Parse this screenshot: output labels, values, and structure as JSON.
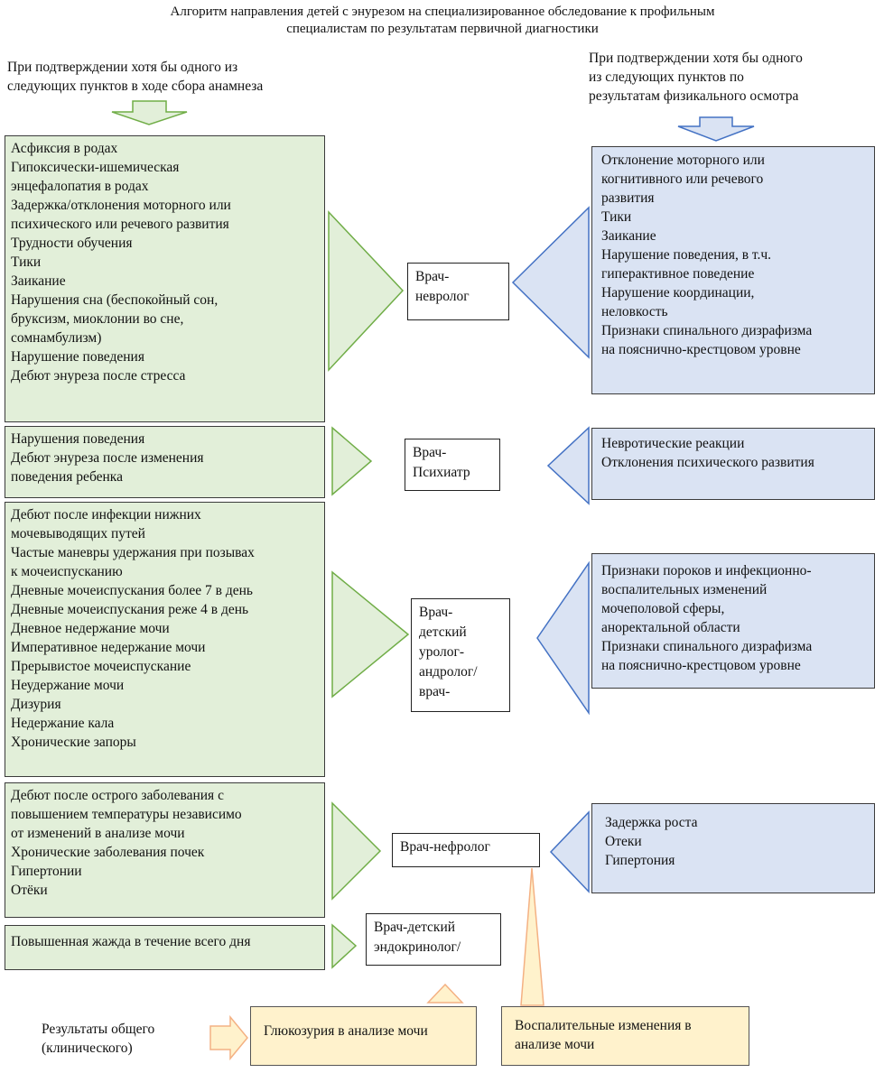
{
  "title": {
    "line1": "Алгоритм направления детей с энурезом на специализированное обследование к профильным",
    "line2": "специалистам   по результатам первичной диагностики"
  },
  "left_intro": [
    "При подтверждении хотя бы одного из",
    "следующих пунктов  в ходе сбора анамнеза"
  ],
  "right_intro": [
    "При подтверждении хотя бы одного",
    "из следующих пунктов   по",
    "результатам физикального осмотра"
  ],
  "left_boxes": [
    {
      "lines": [
        "Асфиксия в родах",
        "Гипоксически-ишемическая",
        "энцефалопатия   в родах",
        "Задержка/отклонения  моторного или",
        "психического  или речевого развития",
        "Трудности обучения",
        "Тики",
        "Заикание",
        "Нарушения сна (беспокойный сон,",
        "бруксизм, миоклонии во сне,",
        "сомнамбулизм)",
        "Нарушение поведения",
        "Дебют энуреза после стресса"
      ]
    },
    {
      "lines": [
        "Нарушения поведения",
        "Дебют энуреза после изменения",
        "поведения ребенка"
      ]
    },
    {
      "lines": [
        "Дебют после инфекции нижних",
        "мочевыводящих путей",
        "Частые маневры удержания при позывах",
        "к мочеиспусканию",
        "Дневные мочеиспускания  более 7 в день",
        "Дневные мочеиспускания  реже 4 в день",
        "Дневное недержание  мочи",
        "Императивное недержание  мочи",
        "Прерывистое мочеиспускание",
        "Неудержание мочи",
        "Дизурия",
        "Недержание кала",
        "Хронические запоры"
      ]
    },
    {
      "lines": [
        "Дебют после острого заболевания с",
        "повышением температуры независимо",
        "от изменений в анализе мочи",
        "Хронические заболевания почек",
        "Гипертонии",
        "Отёки"
      ]
    },
    {
      "lines": [
        "Повышенная жажда в течение  всего дня"
      ]
    }
  ],
  "right_boxes": [
    {
      "lines": [
        "Отклонение моторного или",
        "когнитивного или речевого",
        "развития",
        "Тики",
        "Заикание",
        "Нарушение поведения, в т.ч.",
        "гиперактивное    поведение",
        "Нарушение координации,",
        "неловкость",
        "Признаки спинального дизрафизма",
        "на пояснично-крестцовом уровне"
      ]
    },
    {
      "lines": [
        "Невротические реакции",
        "Отклонения  психического развития"
      ]
    },
    {
      "lines": [
        "Признаки пороков  и инфекционно-",
        "воспалительных изменений",
        "мочеполовой сферы,",
        "аноректальной области",
        "Признаки спинального дизрафизма",
        "на пояснично-крестцовом уровне"
      ]
    },
    {
      "lines": [
        "Задержка роста",
        "Отеки",
        "Гипертония"
      ]
    }
  ],
  "doctors": [
    {
      "lines": [
        "Врач-",
        "невролог"
      ]
    },
    {
      "lines": [
        "Врач-",
        "Психиатр"
      ]
    },
    {
      "lines": [
        "Врач-",
        "детский",
        "уролог-",
        "андролог/",
        "врач-"
      ]
    },
    {
      "lines": [
        "Врач-нефролог"
      ]
    },
    {
      "lines": [
        "Врач-детский",
        "эндокринолог/"
      ]
    }
  ],
  "bottom": {
    "label_lines": [
      "Результаты общего",
      "(клинического)"
    ],
    "glucosuria": "Глюкозурия в анализе мочи",
    "inflammation_lines": [
      "Воспалительные  изменения  в",
      "анализе мочи"
    ]
  },
  "colors": {
    "green_fill": "#e2efd9",
    "green_stroke": "#70ad47",
    "blue_fill": "#dae3f3",
    "blue_stroke": "#4472c4",
    "yellow_fill": "#fff2cc",
    "orange_stroke": "#f4b183"
  }
}
